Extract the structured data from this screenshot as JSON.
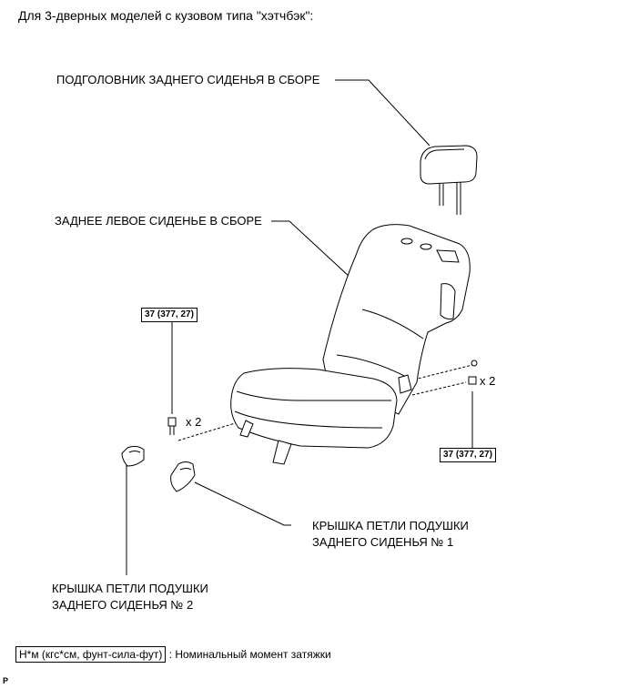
{
  "title": "Для 3-дверных моделей с кузовом типа \"хэтчбэк\":",
  "labels": {
    "headrest": "ПОДГОЛОВНИК ЗАДНЕГО СИДЕНЬЯ В СБОРЕ",
    "seat": "ЗАДНЕЕ ЛЕВОЕ СИДЕНЬЕ В СБОРЕ",
    "cover1_line1": "КРЫШКА ПЕТЛИ ПОДУШКИ",
    "cover1_line2": "ЗАДНЕГО СИДЕНЬЯ № 1",
    "cover2_line1": "КРЫШКА ПЕТЛИ ПОДУШКИ",
    "cover2_line2": "ЗАДНЕГО СИДЕНЬЯ № 2"
  },
  "torque": {
    "left": "37 (377, 27)",
    "right": "37 (377, 27)"
  },
  "quantity": {
    "left": "x 2",
    "right": "x 2"
  },
  "legend": {
    "box": "Н*м (кгс*см, фунт-сила-фут)",
    "text": " : Номинальный момент затяжки"
  },
  "corner_mark": "P"
}
